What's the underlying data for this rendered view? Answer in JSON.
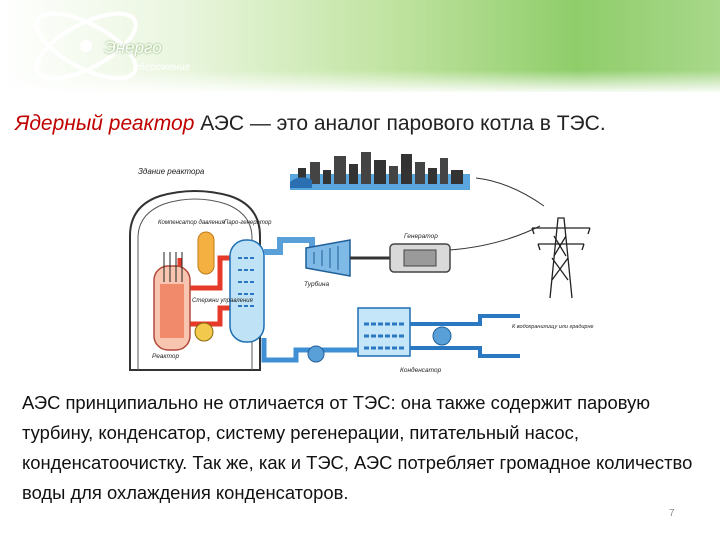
{
  "logo": {
    "title": "Энерго",
    "subtitle": "сбережение"
  },
  "headline": {
    "part_red": "Ядерный реактор",
    "part_black": " АЭС — это аналог парового котла в ТЭС."
  },
  "diagram": {
    "labels": {
      "building": "Здание реактора",
      "pressurizer": "Компенсатор давления",
      "steam_generator": "Паро-генератор",
      "control_rods": "Стержни управления",
      "reactor": "Реактор",
      "turbine": "Турбина",
      "generator": "Генератор",
      "condenser": "Конденсатор",
      "cooling": "К водохранилищу или градирне"
    }
  },
  "body_text": "АЭС принципиально не отличается от ТЭС: она также содержит паровую турбину, конденсатор, систему регенерации, питательный насос, конденсатоочистку. Так же, как и ТЭС, АЭС потребляет громадное количество воды для охлаждения конденсаторов.",
  "page_number": "7"
}
